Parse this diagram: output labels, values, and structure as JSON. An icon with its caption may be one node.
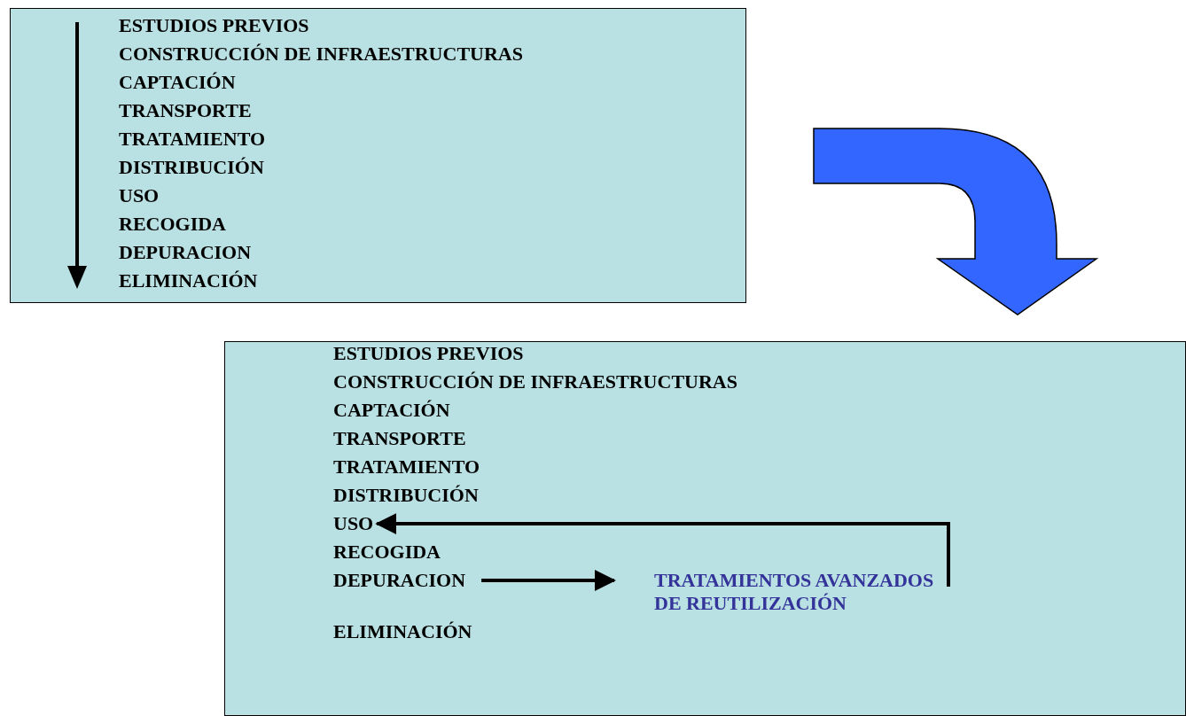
{
  "diagram": {
    "nodes": [
      {
        "text": [
          "ESTUDIOS PREVIOS",
          "CONSTRUCCIÓN DE INFRAESTRUCTURAS",
          "CAPTACIÓN",
          "TRANSPORTE",
          "TRATAMIENTO",
          "DISTRIBUCIÓN",
          "USO",
          "RECOGIDA",
          "DEPURACION",
          "ELIMINACIÓN"
        ]
      },
      {
        "text": [
          "ESTUDIOS PREVIOS",
          "CONSTRUCCIÓN DE INFRAESTRUCTURAS",
          "CAPTACIÓN",
          "TRANSPORTE",
          "TRATAMIENTO",
          "DISTRIBUCIÓN",
          "RECOGIDA",
          "ELIMINACIÓN"
        ]
      },
      {
        "text": [
          "USO"
        ],
        "in": 1
      },
      {
        "text": [
          "DEPURACION"
        ],
        "in": 1
      },
      {
        "text": [
          "TRATAMIENTOS AVANZADOS DE REUTILIZACIÓN"
        ],
        "in": 1
      }
    ],
    "edges": [
      {
        "from": 0,
        "to": 1,
        "arrow": "to",
        "style": "thick",
        "color": "#3366ff"
      },
      {
        "from": 3,
        "to": 4,
        "arrow": "to"
      },
      {
        "from": 4,
        "to": 2,
        "arrow": "to"
      }
    ]
  }
}
